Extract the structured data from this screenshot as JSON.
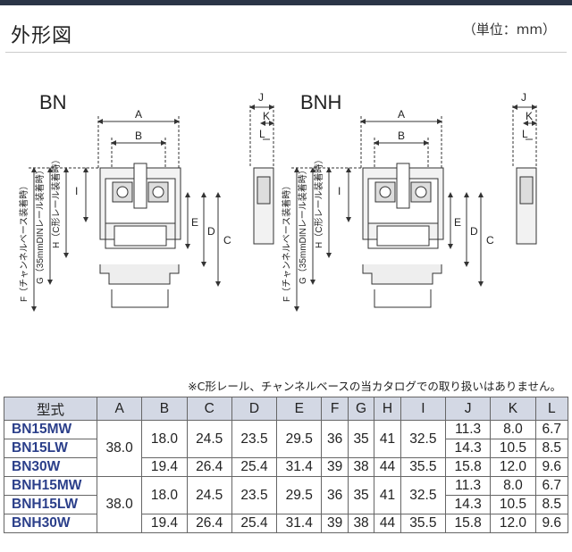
{
  "title": "外形図",
  "unit": "（単位：mm）",
  "figures": {
    "left_label": "BN",
    "right_label": "BNH",
    "dim_letters": [
      "A",
      "B",
      "C",
      "D",
      "E",
      "I",
      "J",
      "K",
      "L"
    ],
    "label_F": "F（チャンネルベース装着時）",
    "label_G": "G（35mmDINレール装着時）",
    "label_H": "H（C形レール装着時）"
  },
  "note": "※C形レール、チャンネルベースの当カタログでの取り扱いはありません。",
  "table": {
    "headers": [
      "型式",
      "A",
      "B",
      "C",
      "D",
      "E",
      "F",
      "G",
      "H",
      "I",
      "J",
      "K",
      "L"
    ],
    "groups": [
      {
        "A": "38.0",
        "rows": [
          {
            "model": "BN15MW",
            "J": "11.3",
            "K": "8.0",
            "L": "6.7"
          },
          {
            "model": "BN15LW",
            "J": "14.3",
            "K": "10.5",
            "L": "8.5"
          },
          {
            "model": "BN30W",
            "B": "19.4",
            "C": "26.4",
            "D": "25.4",
            "E": "31.4",
            "F": "39",
            "G": "38",
            "H": "44",
            "I": "35.5",
            "J": "15.8",
            "K": "12.0",
            "L": "9.6"
          }
        ],
        "shared": {
          "B": "18.0",
          "C": "24.5",
          "D": "23.5",
          "E": "29.5",
          "F": "36",
          "G": "35",
          "H": "41",
          "I": "32.5"
        }
      },
      {
        "A": "38.0",
        "rows": [
          {
            "model": "BNH15MW",
            "J": "11.3",
            "K": "8.0",
            "L": "6.7"
          },
          {
            "model": "BNH15LW",
            "J": "14.3",
            "K": "10.5",
            "L": "8.5"
          },
          {
            "model": "BNH30W",
            "B": "19.4",
            "C": "26.4",
            "D": "25.4",
            "E": "31.4",
            "F": "39",
            "G": "38",
            "H": "44",
            "I": "35.5",
            "J": "15.8",
            "K": "12.0",
            "L": "9.6"
          }
        ],
        "shared": {
          "B": "18.0",
          "C": "24.5",
          "D": "23.5",
          "E": "29.5",
          "F": "36",
          "G": "35",
          "H": "41",
          "I": "32.5"
        }
      }
    ]
  }
}
